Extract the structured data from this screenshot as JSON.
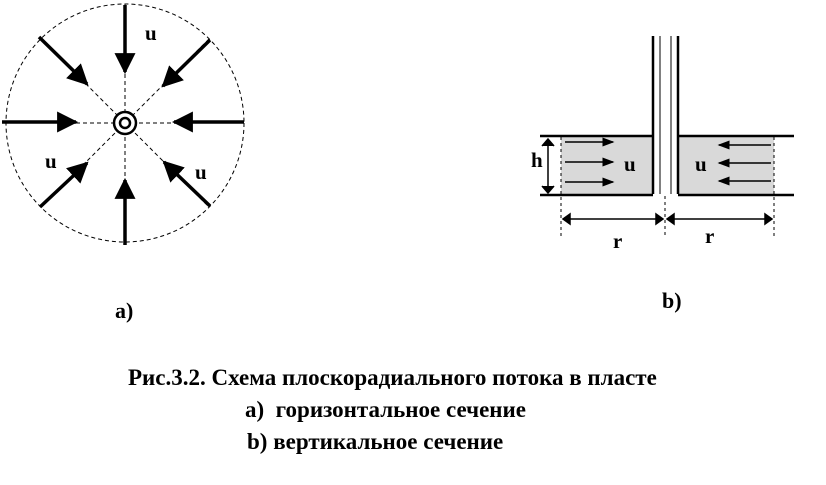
{
  "diagram_a": {
    "label": "a)",
    "velocity_labels": [
      "u",
      "u",
      "u"
    ]
  },
  "diagram_b": {
    "label": "b)",
    "height_label": "h",
    "velocity_labels": [
      "u",
      "u"
    ],
    "radius_labels": [
      "r",
      "r"
    ]
  },
  "caption": {
    "title": "Рис.3.2. Схема плоскорадиального потока в пласте",
    "line_a": "a)  горизонтальное сечение",
    "line_b": "b) вертикальное сечение"
  }
}
